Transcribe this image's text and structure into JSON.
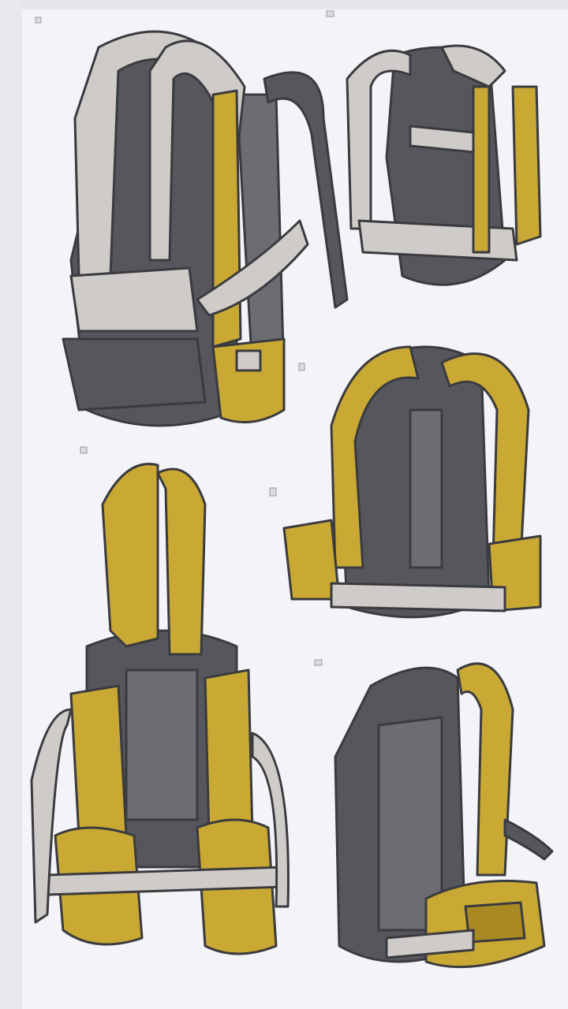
{
  "illustration": {
    "subject": "harness-backpack-concept-sheet",
    "items": [
      {
        "id": "harness-top-left"
      },
      {
        "id": "harness-top-right"
      },
      {
        "id": "harness-middle-right"
      },
      {
        "id": "harness-bottom-left"
      },
      {
        "id": "harness-bottom-right"
      }
    ]
  },
  "colors": {
    "background": "#f4f3f7",
    "panel_dark": "#55575c",
    "panel_mid": "#6b6d72",
    "strap_light": "#cfcbc8",
    "strap_yellow": "#c9a934",
    "yellow_shade": "#a98a22",
    "outline": "#3a3b3f"
  }
}
